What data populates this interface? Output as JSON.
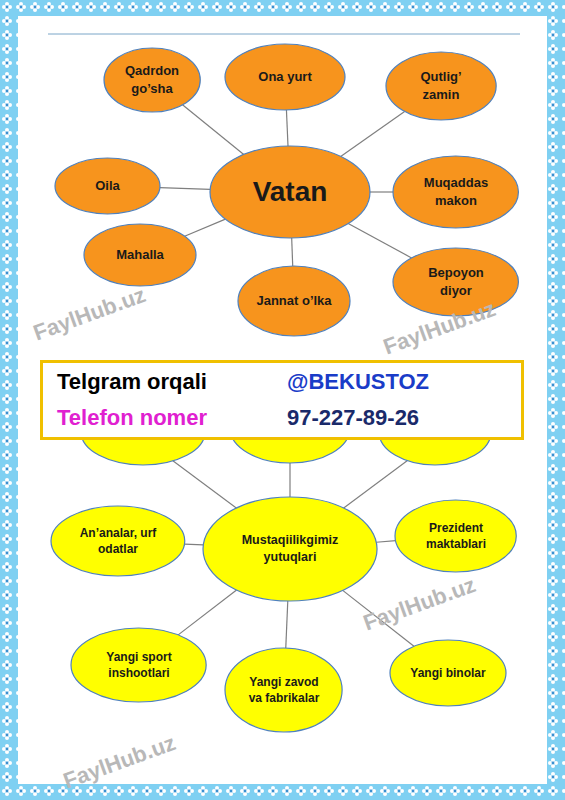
{
  "diagram": {
    "nodes": [
      {
        "text": [
          "Qadrdon go’sha"
        ]
      },
      {
        "text": [
          "Ona yurt"
        ]
      },
      {
        "text": [
          "Qutlig’ zamin"
        ]
      },
      {
        "text": [
          "Oila"
        ]
      },
      {
        "text": [
          "Vatan"
        ]
      },
      {
        "text": [
          "Muqaddas makon"
        ]
      },
      {
        "text": [
          "Mahalla"
        ]
      },
      {
        "text": [
          "Jannat o’lka"
        ]
      },
      {
        "text": [
          "Bepoyon diyor"
        ]
      },
      {
        "text": [
          "Telgram orqali",
          "@BEKUSTOZ",
          "Telefon nomer",
          "97-227-89-26"
        ]
      },
      {
        "text": [
          "An’analar, urf odatlar"
        ]
      },
      {
        "text": [
          "Mustaqiilikgimiz yutuqlari"
        ]
      },
      {
        "text": [
          "Prezident maktablari"
        ]
      },
      {
        "text": [
          "Yangi sport inshootlari"
        ]
      },
      {
        "text": [
          "Yangi zavod va fabrikalar"
        ]
      },
      {
        "text": [
          "Yangi binolar"
        ]
      }
    ],
    "edges": [
      {
        "from": 4,
        "to": 0,
        "arrow": "none"
      },
      {
        "from": 4,
        "to": 1,
        "arrow": "none"
      },
      {
        "from": 4,
        "to": 2,
        "arrow": "none"
      },
      {
        "from": 4,
        "to": 3,
        "arrow": "none"
      },
      {
        "from": 4,
        "to": 5,
        "arrow": "none"
      },
      {
        "from": 4,
        "to": 6,
        "arrow": "none"
      },
      {
        "from": 4,
        "to": 7,
        "arrow": "none"
      },
      {
        "from": 4,
        "to": 8,
        "arrow": "none"
      },
      {
        "from": 11,
        "to": 10,
        "arrow": "none"
      },
      {
        "from": 11,
        "to": 12,
        "arrow": "none"
      },
      {
        "from": 11,
        "to": 13,
        "arrow": "none"
      },
      {
        "from": 11,
        "to": 14,
        "arrow": "none"
      },
      {
        "from": 11,
        "to": 15,
        "arrow": "none"
      }
    ],
    "labels": [
      "FaylHub.uz",
      "FaylHub.uz",
      "FaylHub.uz",
      "FaylHub.uz"
    ]
  }
}
